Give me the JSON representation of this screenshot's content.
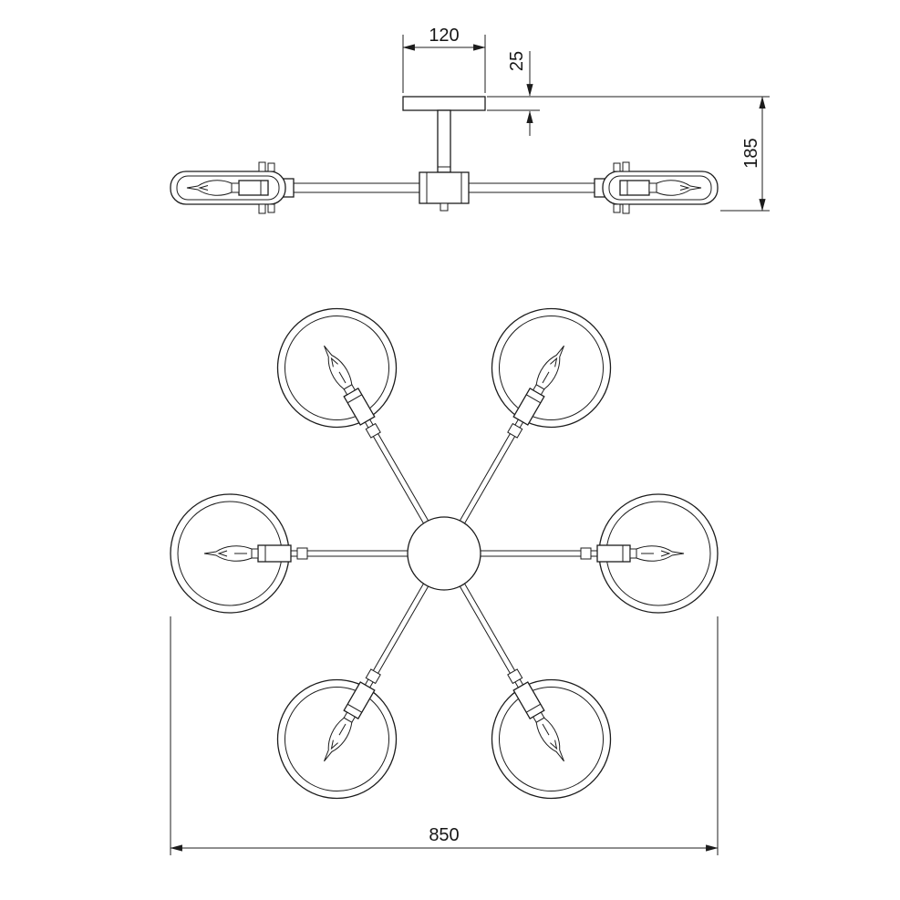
{
  "drawing": {
    "title": "ceiling-chandelier-technical-drawing",
    "dimensions": {
      "mount_width": "120",
      "mount_plate_height": "25",
      "fixture_height": "185",
      "fixture_diameter": "850"
    },
    "colors": {
      "line": "#1c1c1c",
      "background": "#ffffff"
    }
  },
  "plan": {
    "lamp_count": 6,
    "arm_angles_deg": [
      0,
      60,
      120,
      180,
      240,
      300
    ]
  }
}
